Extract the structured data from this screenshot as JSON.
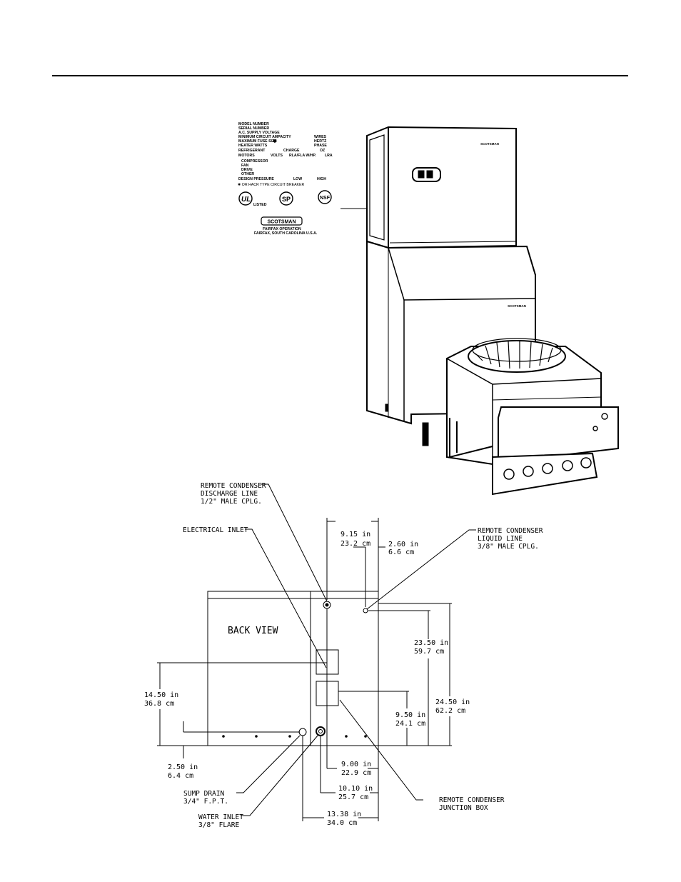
{
  "nameplate": {
    "lines_left": [
      "MODEL NUMBER",
      "SERIAL NUMBER",
      "A.C. SUPPLY VOLTAGE",
      "MINIMUM CIRCUIT AMPACITY",
      "MAXIMUM FUSE SIZE",
      "HEATER WATTS"
    ],
    "lines_right": [
      "WIRES",
      "HERTZ",
      "PHASE"
    ],
    "star": "✱",
    "refrigerant": "REFRIGERANT",
    "charge": "CHARGE",
    "oz": "OZ",
    "motors": "MOTORS",
    "volts": "VOLTS",
    "rla": "RLA/FLA W/HP.",
    "lra": "LRA",
    "components": [
      "COMPRESSOR",
      "FAN",
      "DRIVE",
      "OTHER"
    ],
    "design_pressure": "DESIGN PRESSURE",
    "low": "LOW",
    "high": "HIGH",
    "breaker_note": "✱ OR HACR TYPE CIRCUIT BREAKER",
    "ul_mark": "UL",
    "listed": "LISTED",
    "csa_mark": "SP",
    "nsf_mark": "NSF",
    "brand": "SCOTSMAN",
    "operation": "FAIRFAX OPERATION",
    "location": "FAIRFAX, SOUTH CAROLINA  U.S.A."
  },
  "machine": {
    "head_logo": "SCOTSMAN",
    "bin_logo": "SCOTSMAN"
  },
  "back_view": {
    "title": "BACK VIEW",
    "callouts": {
      "discharge": [
        "REMOTE CONDENSER",
        "DISCHARGE LINE",
        "1/2\" MALE CPLG."
      ],
      "electrical": [
        "ELECTRICAL INLET"
      ],
      "liquid": [
        "REMOTE CONDENSER",
        "LIQUID LINE",
        "3/8\" MALE CPLG."
      ],
      "sump": [
        "SUMP DRAIN",
        "3/4\" F.P.T."
      ],
      "water": [
        "WATER INLET",
        "3/8\" FLARE"
      ],
      "junction": [
        "REMOTE CONDENSER",
        "JUNCTION BOX"
      ]
    },
    "dimensions": {
      "d1": [
        "9.15 in",
        "23.2 cm"
      ],
      "d2": [
        "2.60 in",
        "6.6 cm"
      ],
      "d3": [
        "23.50 in",
        "59.7 cm"
      ],
      "d4": [
        "24.50 in",
        "62.2 cm"
      ],
      "d5": [
        "9.50 in",
        "24.1 cm"
      ],
      "d6": [
        "14.50 in",
        "36.8 cm"
      ],
      "d7": [
        "2.50 in",
        "6.4 cm"
      ],
      "d8": [
        "9.00 in",
        "22.9 cm"
      ],
      "d9": [
        "10.10 in",
        "25.7 cm"
      ],
      "d10": [
        "13.38 in",
        "34.0 cm"
      ]
    }
  }
}
